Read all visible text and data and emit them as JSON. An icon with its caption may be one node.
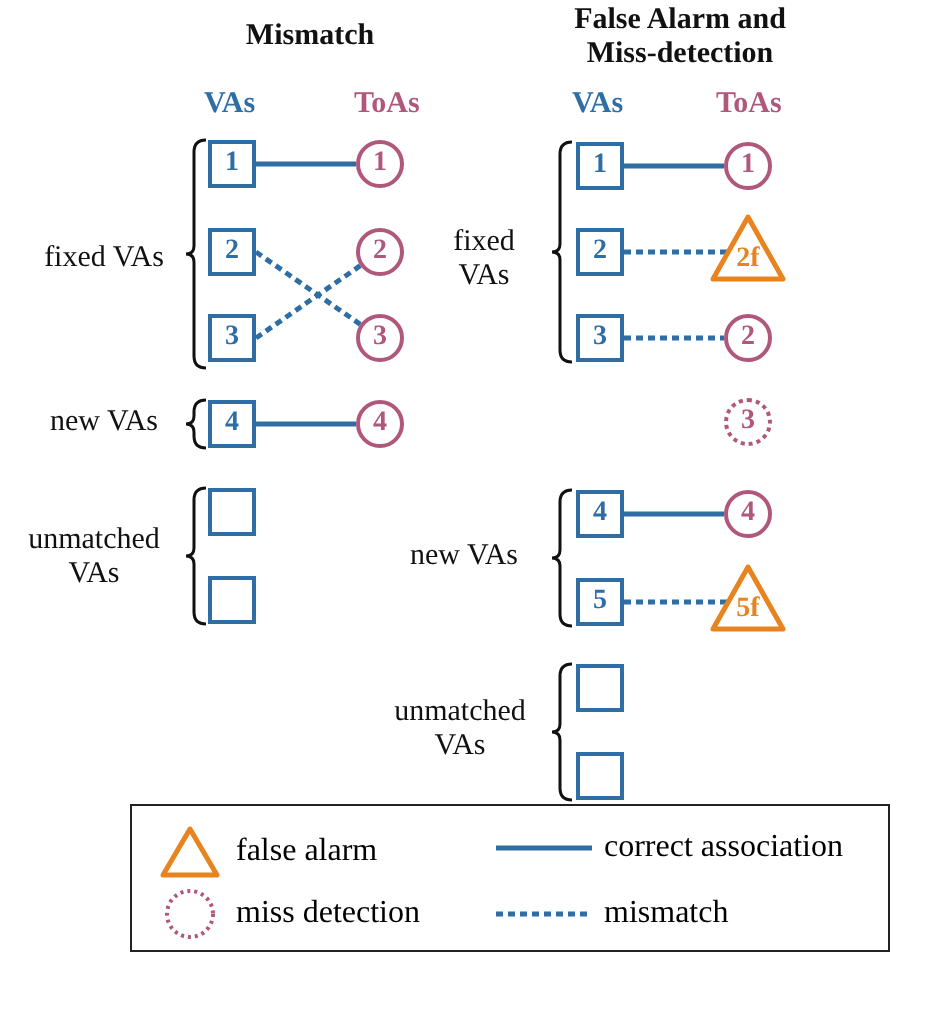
{
  "diagram": {
    "nodes": [
      {
        "text": [
          "1"
        ]
      },
      {
        "text": [
          "1"
        ]
      },
      {
        "text": [
          "2"
        ]
      },
      {
        "text": [
          "2"
        ]
      },
      {
        "text": [
          "3"
        ]
      },
      {
        "text": [
          "3"
        ]
      },
      {
        "text": [
          "4"
        ]
      },
      {
        "text": [
          "4"
        ]
      },
      {
        "text": [],
        "shape": "box"
      },
      {
        "text": [],
        "shape": "box"
      },
      {
        "text": [
          "1"
        ]
      },
      {
        "text": [
          "1"
        ]
      },
      {
        "text": [
          "2"
        ]
      },
      {
        "text": [
          "2f"
        ]
      },
      {
        "text": [
          "3"
        ]
      },
      {
        "text": [
          "2"
        ]
      },
      {
        "text": [
          "3"
        ]
      },
      {
        "text": [
          "4"
        ]
      },
      {
        "text": [
          "4"
        ]
      },
      {
        "text": [
          "5"
        ]
      },
      {
        "text": [
          "5f"
        ]
      },
      {
        "text": [],
        "shape": "box"
      },
      {
        "text": [],
        "shape": "box"
      }
    ],
    "edges": [
      {
        "from": 0,
        "to": 1,
        "arrow": "none"
      },
      {
        "from": 2,
        "to": 5,
        "arrow": "none",
        "style": "dashed"
      },
      {
        "from": 4,
        "to": 3,
        "arrow": "none",
        "style": "dashed"
      },
      {
        "from": 6,
        "to": 7,
        "arrow": "none"
      },
      {
        "from": 10,
        "to": 11,
        "arrow": "none"
      },
      {
        "from": 12,
        "to": 13,
        "arrow": "none",
        "style": "dashed"
      },
      {
        "from": 14,
        "to": 15,
        "arrow": "none",
        "style": "dashed"
      },
      {
        "from": 17,
        "to": 18,
        "arrow": "none"
      },
      {
        "from": 19,
        "to": 20,
        "arrow": "none",
        "style": "dashed"
      }
    ],
    "labels": [
      "Mismatch",
      "False Alarm and Miss-detection",
      "VAs",
      "ToAs",
      "VAs",
      "ToAs",
      "fixed VAs",
      "fixed VAs",
      "new VAs",
      "new VAs",
      "unmatched VAs",
      "unmatched VAs"
    ],
    "legend": [
      {
        "text": "false alarm"
      },
      {
        "text": "correct association"
      },
      {
        "text": "miss detection"
      },
      {
        "text": "mismatch"
      }
    ]
  }
}
